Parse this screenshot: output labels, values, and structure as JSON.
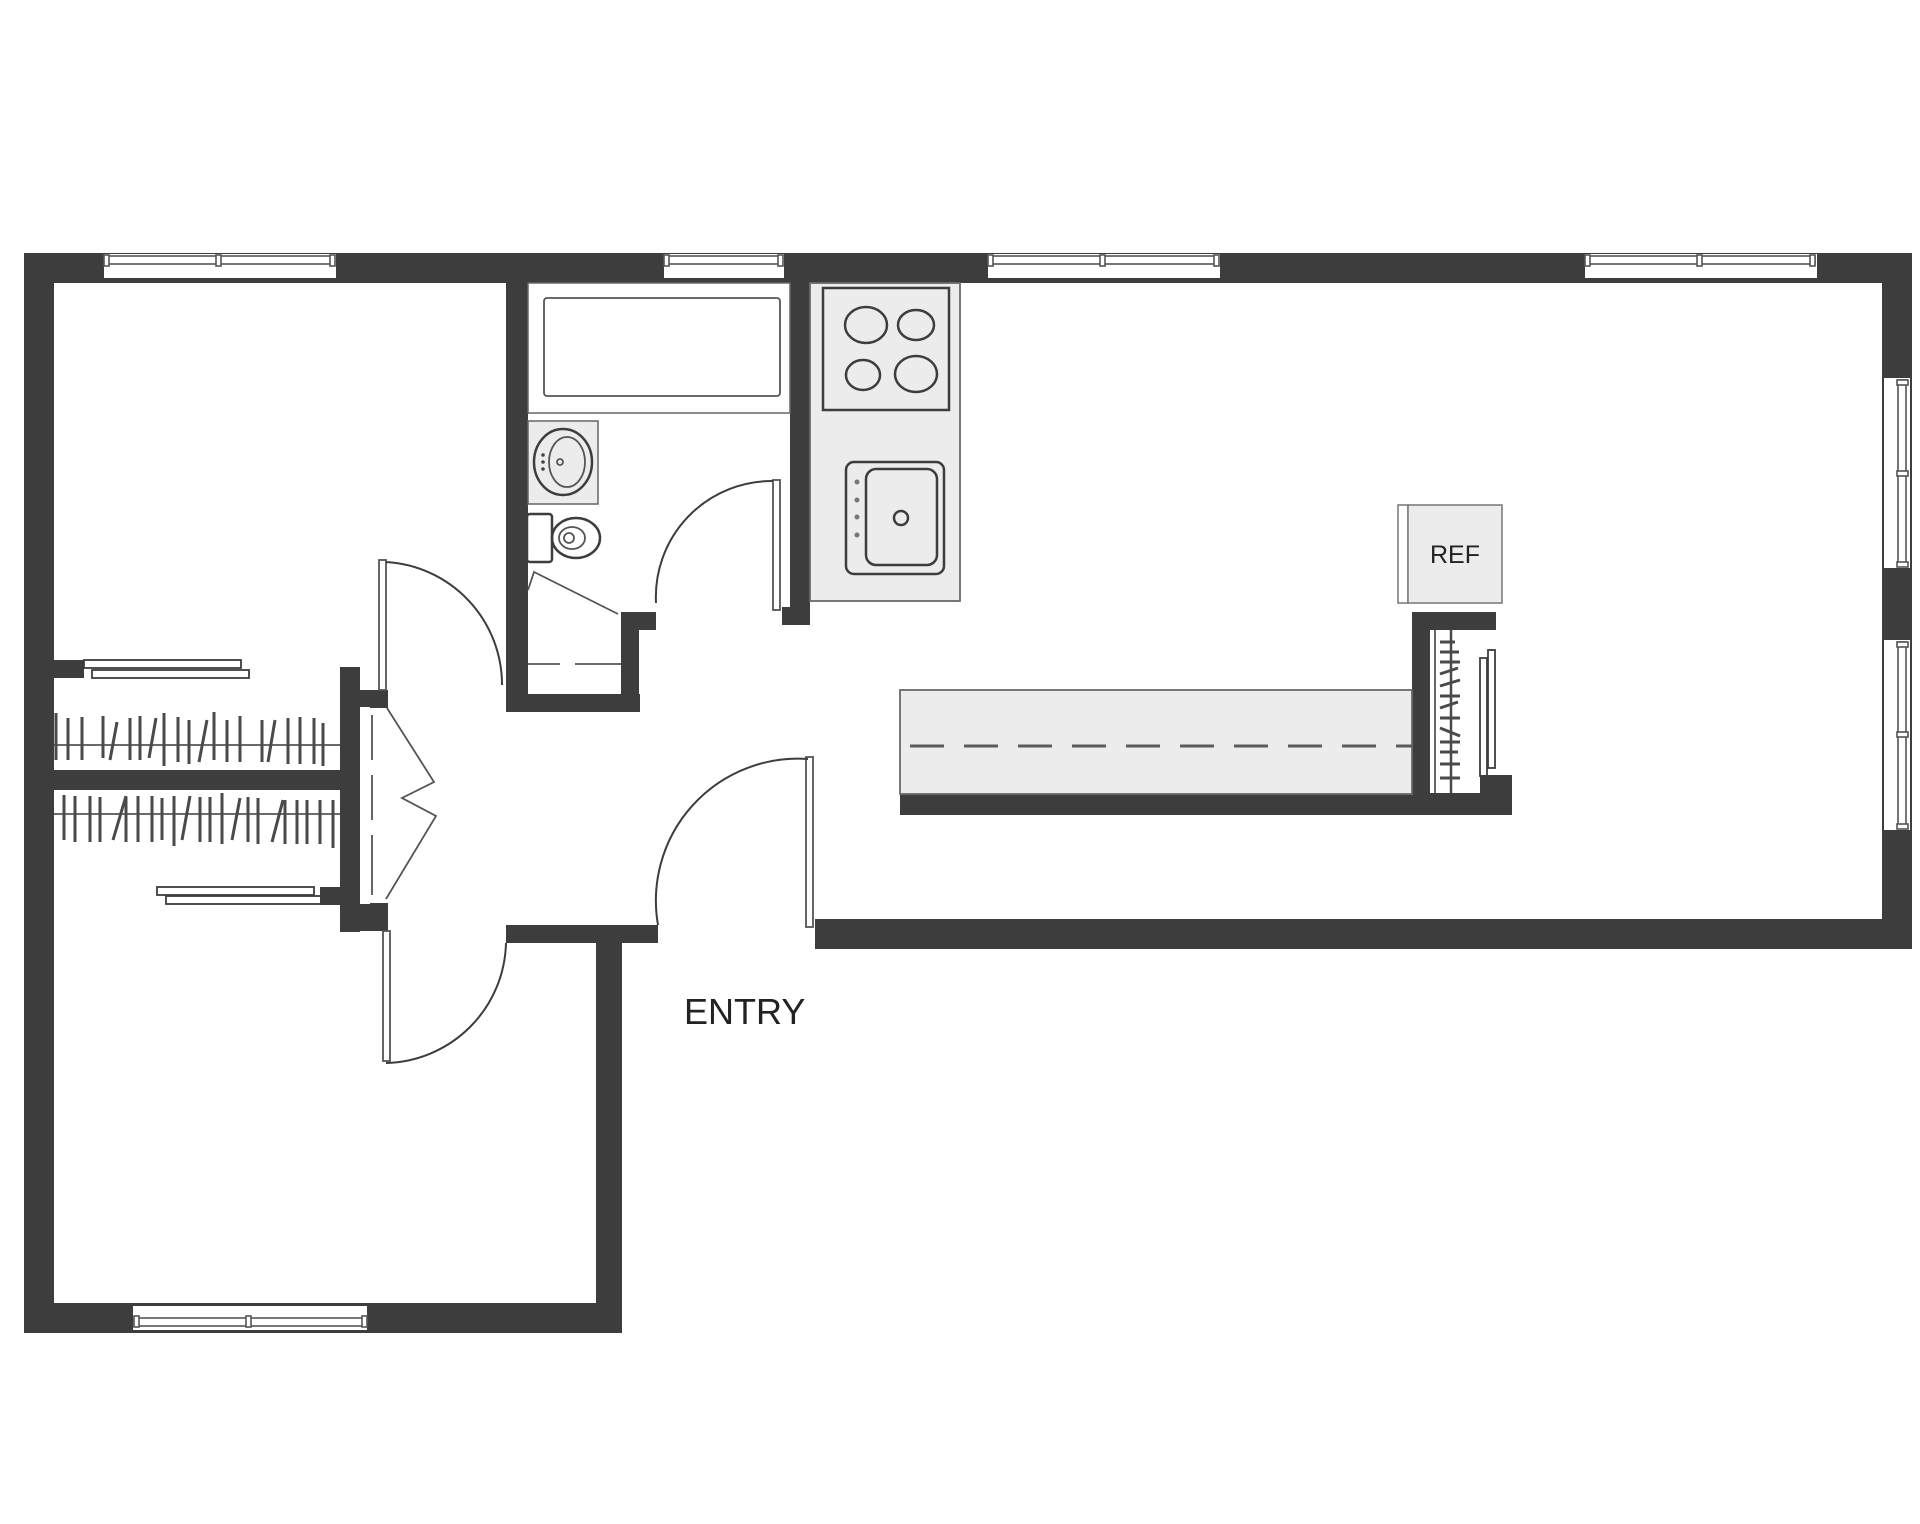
{
  "plan": {
    "type": "floor-plan",
    "colors": {
      "wall": "#3d3d3d",
      "counter": "#ececec",
      "background": "#ffffff"
    },
    "labels": {
      "refrigerator": "REF",
      "entry": "ENTRY"
    },
    "rooms": [
      {
        "name": "bedroom-1"
      },
      {
        "name": "bedroom-2"
      },
      {
        "name": "bathroom"
      },
      {
        "name": "kitchen"
      },
      {
        "name": "living-dining"
      },
      {
        "name": "hallway"
      },
      {
        "name": "entry"
      }
    ],
    "fixtures": [
      "bathtub",
      "bathroom-sink",
      "toilet",
      "shower",
      "cooktop",
      "kitchen-sink",
      "refrigerator",
      "kitchen-island",
      "closet-rods",
      "bifold-door",
      "swing-doors",
      "windows"
    ]
  }
}
